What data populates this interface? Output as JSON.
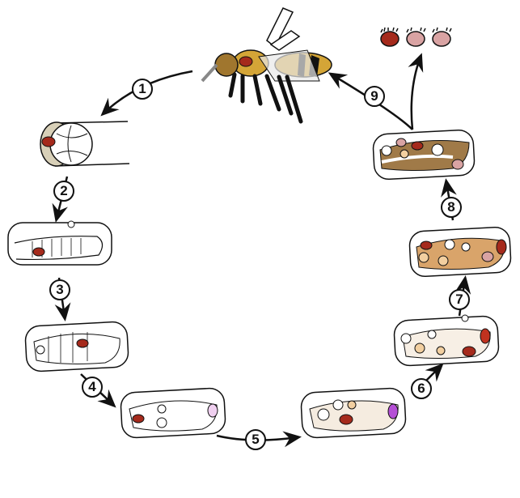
{
  "diagram": {
    "type": "lifecycle",
    "subject": "Varroa mite reproduction cycle in honeybee brood cell",
    "steps": [
      {
        "label": "1",
        "description": "Adult bee carrying mite -> open cell with larva"
      },
      {
        "label": "2",
        "description": "Mite enters cell with young larva"
      },
      {
        "label": "3",
        "description": "Capped cell, larva stretched"
      },
      {
        "label": "4",
        "description": "Prepupa / early pupa with mite"
      },
      {
        "label": "5",
        "description": "Pupa with first egg (purple)"
      },
      {
        "label": "6",
        "description": "Pupa developing, offspring appear"
      },
      {
        "label": "7",
        "description": "Pupa darkening, offspring maturing"
      },
      {
        "label": "8",
        "description": "Near-adult bee, mature daughter mites"
      },
      {
        "label": "9",
        "description": "Bee emerges with mother and daughter mites"
      }
    ],
    "mites_released": 3,
    "colors": {
      "mite_red": "#a52a1c",
      "mite_pink": "#d9a3a3",
      "egg_purple": "#b54fd6",
      "egg_light_purple": "#f0d0f0",
      "bee_gold": "#d4a537",
      "pupa_tan": "#e8c7a0",
      "pupa_brown": "#8a5a2e",
      "outline": "#111111"
    }
  }
}
